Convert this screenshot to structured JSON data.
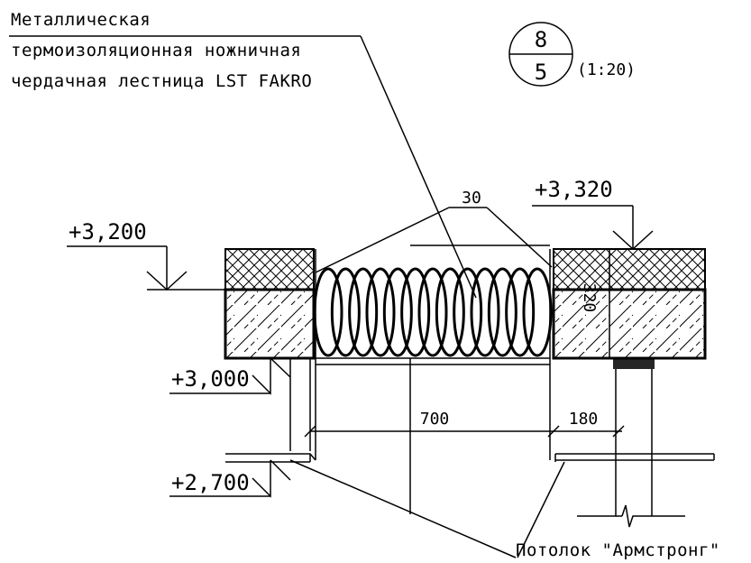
{
  "callout_top": {
    "lines": [
      "Металлическая",
      "термоизоляционная ножничная",
      "чердачная лестница LST FAKRO"
    ]
  },
  "section_marker": {
    "top": "8",
    "bottom": "5",
    "scale": "(1:20)"
  },
  "levels": {
    "top_right": "+3,320",
    "top_left": "+3,200",
    "mid_left": "+3,000",
    "bottom_left": "+2,700"
  },
  "dimensions": {
    "gap": "30",
    "height": "320",
    "opening": "700",
    "offset": "180"
  },
  "callout_bottom": {
    "text": "Потолок \"Армстронг\""
  }
}
